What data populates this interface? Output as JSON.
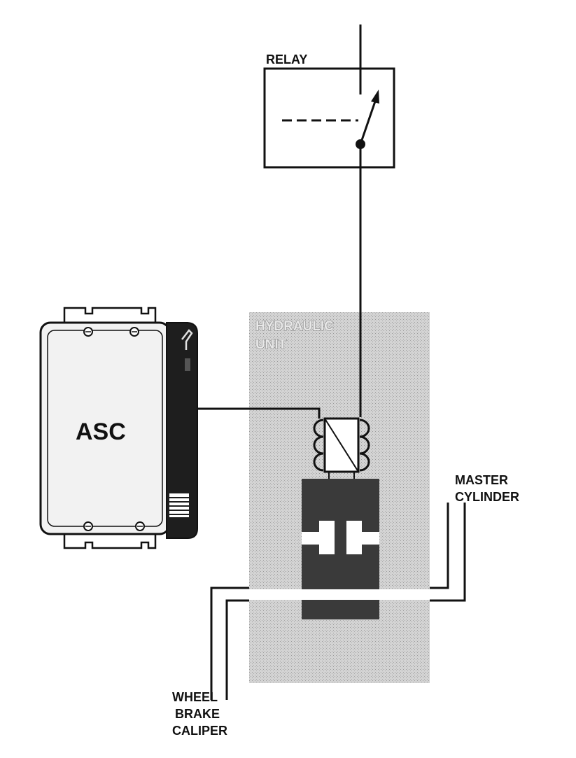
{
  "labels": {
    "relay": "RELAY",
    "asc": "ASC",
    "hydraulic_unit_line1": "HYDRAULIC",
    "hydraulic_unit_line2": "UNIT",
    "master_cylinder_line1": "MASTER",
    "master_cylinder_line2": "CYLINDER",
    "wheel_line1": "WHEEL",
    "wheel_line2": "BRAKE",
    "wheel_line3": "CALIPER"
  },
  "colors": {
    "line": "#111111",
    "hydraulic_unit_fill": "#c8c8c8",
    "valve_body": "#3a3a3a",
    "module_body": "#f2f2f2"
  }
}
